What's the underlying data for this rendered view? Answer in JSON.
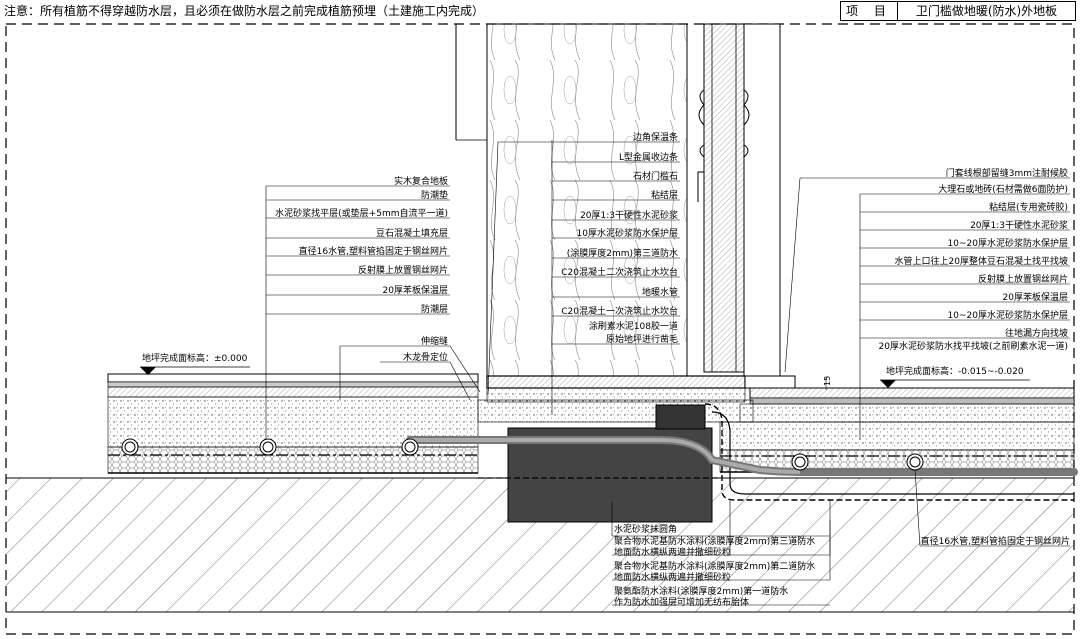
{
  "header": {
    "note": "注意：所有植筋不得穿越防水层，且必须在做防水层之前完成植筋预埋（土建施工内完成）",
    "project_key": "项 目",
    "project_value": "卫门槛做地暖(防水)外地板"
  },
  "labels_left": [
    "实木复合地板",
    "防潮垫",
    "水泥砂浆找平层(或垫层+5mm自流平一道)",
    "豆石混凝土填充层",
    "直径16水管,塑料管掐固定于钢丝网片",
    "反射膜上放置钢丝网片",
    "20厚苯板保温层",
    "防潮层",
    "伸缩缝",
    "木龙骨定位"
  ],
  "labels_center": [
    "边角保温条",
    "L型金属收边条",
    "石材门槛石",
    "粘结层",
    "20厚1:3干硬性水泥砂浆",
    "10厚水泥砂浆防水保护层",
    "(涂膜厚度2mm)第三道防水",
    "C20混凝土二次浇筑止水坎台",
    "地暖水管",
    "C20混凝土一次浇筑止水坎台",
    "涂刷素水泥108胶一道",
    "原始地坪进行凿毛"
  ],
  "labels_right": [
    "门套线根部留缝3mm注耐候胶",
    "大理石或地砖(石材需做6面防护)",
    "粘结层(专用瓷砖胶)",
    "20厚1:3干硬性水泥砂浆",
    "10~20厚水泥砂浆防水保护层",
    "水管上口往上20厚整体豆石混凝土找平找坡",
    "反射膜上放置钢丝网片",
    "20厚苯板保温层",
    "10~20厚水泥砂浆防水保护层",
    "往地漏方向找坡",
    "20厚水泥砂浆防水找平找坡(之前刷素水泥一道)"
  ],
  "labels_bottom": [
    "水泥砂浆抹圆角",
    "聚合物水泥基防水涂料(涂膜厚度2mm)第三道防水",
    "地面防水横纵两遍并撒细砂粒",
    "聚合物水泥基防水涂料(涂膜厚度2mm)第二道防水",
    "地面防水横纵两遍并撒细砂粒",
    "聚氨酯防水涂料(涂膜厚度2mm)第一道防水",
    "作为防水加强层可增加无纺布胎体"
  ],
  "label_right_pipe": "直径16水管,塑料管掐固定于钢丝网片",
  "level_left": "地坪完成面标高：±0.000",
  "level_right": "地坪完成面标高：-0.015~-0.020",
  "dim_15": "15"
}
